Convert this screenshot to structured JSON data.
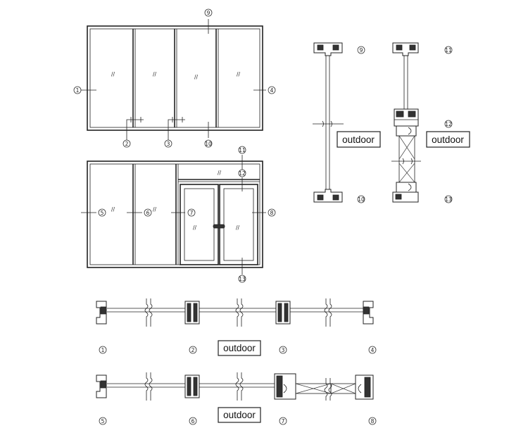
{
  "labels": {
    "outdoor": "outdoor"
  },
  "markers": [
    "1",
    "2",
    "3",
    "4",
    "5",
    "6",
    "7",
    "8",
    "9",
    "10",
    "11",
    "12",
    "13"
  ],
  "section_markers": {
    "vertical_left": [
      "9",
      "10"
    ],
    "vertical_right": [
      "11",
      "12",
      "13"
    ],
    "horizontal_top": [
      "1",
      "2",
      "3",
      "4"
    ],
    "horizontal_bottom": [
      "5",
      "6",
      "7",
      "8"
    ]
  },
  "glyph": "//"
}
